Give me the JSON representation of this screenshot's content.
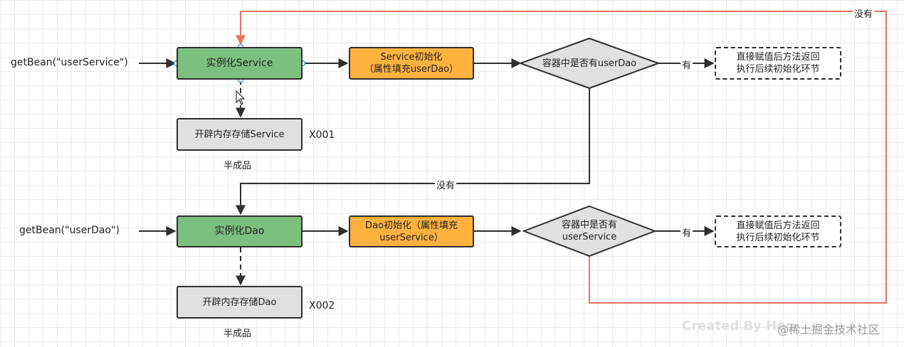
{
  "row1": {
    "entry": "getBean(\"userService\")",
    "instantiate": "实例化Service",
    "init_line1": "Service初始化",
    "init_line2": "（属性填充userDao）",
    "check": "容器中是否有userDao",
    "yes": "有",
    "result_line1": "直接赋值后方法返回",
    "result_line2": "执行后续初始化环节",
    "memory": "开辟内存存储Service",
    "memory_id": "X001",
    "half": "半成品"
  },
  "row2": {
    "entry": "getBean(\"userDao\")",
    "instantiate": "实例化Dao",
    "init_line1": "Dao初始化（属性填充",
    "init_line2": "userService）",
    "check_line1": "容器中是否有",
    "check_line2": "userService",
    "yes": "有",
    "result_line1": "直接赋值后方法返回",
    "result_line2": "执行后续初始化环节",
    "memory": "开辟内存存储Dao",
    "memory_id": "X002",
    "half": "半成品"
  },
  "edges": {
    "no_middle": "没有",
    "no_top": "没有"
  },
  "colors": {
    "instantiate": "#7dbf7f",
    "init": "#ffb23f",
    "memory": "#e0e0e0",
    "decision": "#e0e0e0",
    "loop": "#e8735f",
    "line": "#2f2f2f"
  },
  "watermark": "Created By Hoo",
  "community": "@稀土掘金技术社区"
}
